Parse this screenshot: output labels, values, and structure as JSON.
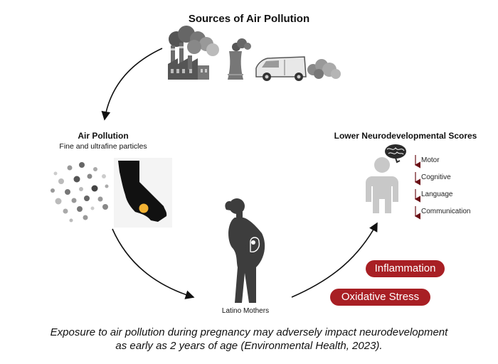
{
  "title": "Sources of Air Pollution",
  "air_pollution": {
    "heading": "Air Pollution",
    "subheading": "Fine and ultrafine particles"
  },
  "outcomes": {
    "heading": "Lower Neurodevelopmental Scores",
    "items": [
      "Motor",
      "Cognitive",
      "Language",
      "Communication"
    ]
  },
  "mothers_label": "Latino Mothers",
  "mechanisms": [
    "Inflammation",
    "Oxidative Stress"
  ],
  "caption_line1": "Exposure to air pollution during pregnancy may adversely impact neurodevelopment",
  "caption_line2": "as early as 2 years of age (Environmental Health, 2023).",
  "colors": {
    "accent": "#a81f24",
    "arrow": "#6b1016",
    "figure": "#3d3d3d",
    "child": "#c8c8c8"
  }
}
